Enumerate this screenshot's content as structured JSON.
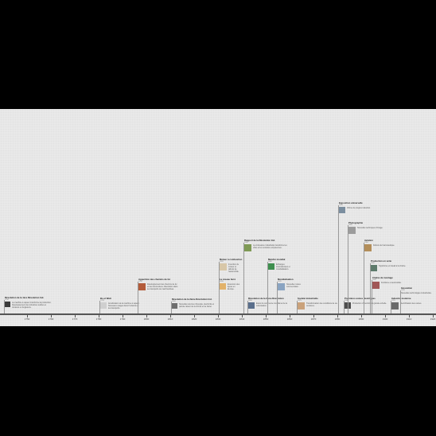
{
  "axis_labels": [
    "1750",
    "1760",
    "1770",
    "1780",
    "1790",
    "1800",
    "1810",
    "1820",
    "1830",
    "1840",
    "1850",
    "1860",
    "1870",
    "1880",
    "1890",
    "1900",
    "1910",
    "1920"
  ],
  "events": [
    {
      "id": "e1",
      "title": "Révolution de la 1ère Révolution Ind.",
      "date": "1750",
      "desc": "La machine à vapeur transforme la production. Développement des industries textiles et minières en Angleterre.",
      "thumb": "#3b3b3b"
    },
    {
      "id": "e2",
      "title": "Bo et Watt",
      "date": "1769",
      "desc": "Amélioration de la machine à vapeur. Nouveaux usages dans l'industrie et les transports.",
      "thumb": "#cfcfcf"
    },
    {
      "id": "e3",
      "title": "Apparition des chemins de fer",
      "date": "1780",
      "desc": "Développement des chemins de fer et des locomotives. Révolution dans les transports de marchandises.",
      "thumb": "#b35b3a"
    },
    {
      "id": "e4",
      "title": "Révolution de la 2ème Révolution Ind.",
      "date": "1800",
      "desc": "Nouvelles sources d'énergie, électricité et pétrole. Essor de la chimie et de l'acier.",
      "thumb": "#6e6e6e"
    },
    {
      "id": "e5",
      "title": "Moteur à combustion",
      "date": "1820",
      "desc": "Invention du moteur et débuts de l'automobile.",
      "thumb": "#d8c7a8"
    },
    {
      "id": "e6",
      "title": "Le réseau ferré",
      "date": "1835",
      "desc": "Extension des lignes en Europe.",
      "thumb": "#e2b26a"
    },
    {
      "id": "e7",
      "title": "Rapport de la Révolution Ind.",
      "date": "1840",
      "desc": "La croissance industrielle transforme les villes et les sociétés européennes.",
      "thumb": "#7f9a55"
    },
    {
      "id": "e8",
      "title": "Révolution de la 3ème Révolution",
      "date": "1850",
      "desc": "Essor du commerce mondial et de la colonisation.",
      "thumb": "#5a6f8c"
    },
    {
      "id": "e9",
      "title": "Marché mondial",
      "date": "1860",
      "desc": "Échanges internationaux et mondialisation.",
      "thumb": "#3f8f4f"
    },
    {
      "id": "e10",
      "title": "Mondialisation",
      "date": "1870",
      "desc": "Nouvelles routes commerciales.",
      "thumb": "#8aa4c2"
    },
    {
      "id": "e11",
      "title": "Société industrielle",
      "date": "1875",
      "desc": "Transformation des conditions de vie ouvrières.",
      "thumb": "#caa27b"
    },
    {
      "id": "e12",
      "title": "Exposition universelle",
      "date": "1885",
      "desc": "Vitrine du progrès industriel.",
      "thumb": "#7b8e9f"
    },
    {
      "id": "e13",
      "title": "Premières usines électriques",
      "date": "1890",
      "desc": "Production d'électricité à grande échelle.",
      "thumb": "#4e4e4e"
    },
    {
      "id": "e14",
      "title": "Photographie",
      "date": "1895",
      "desc": "Nouvelles techniques d'image.",
      "thumb": "#9c9c9c"
    },
    {
      "id": "e15",
      "title": "Aviation",
      "date": "1900",
      "desc": "Débuts de l'aéronautique.",
      "thumb": "#b38e5a"
    },
    {
      "id": "e16",
      "title": "Production en série",
      "date": "1905",
      "desc": "Taylorisme et travail à la chaîne.",
      "thumb": "#5d7a6b"
    },
    {
      "id": "e17",
      "title": "Chaîne de montage",
      "date": "1910",
      "desc": "Fordisme et automobile.",
      "thumb": "#a15757"
    },
    {
      "id": "e18",
      "title": "Industrie moderne",
      "date": "1915",
      "desc": "Électrification des usines.",
      "thumb": "#6a6a6a"
    },
    {
      "id": "e19",
      "title": "Innovation",
      "date": "1920",
      "desc": "Nouvelles technologies industrielles.",
      "thumb": "#8c6b4a"
    }
  ]
}
